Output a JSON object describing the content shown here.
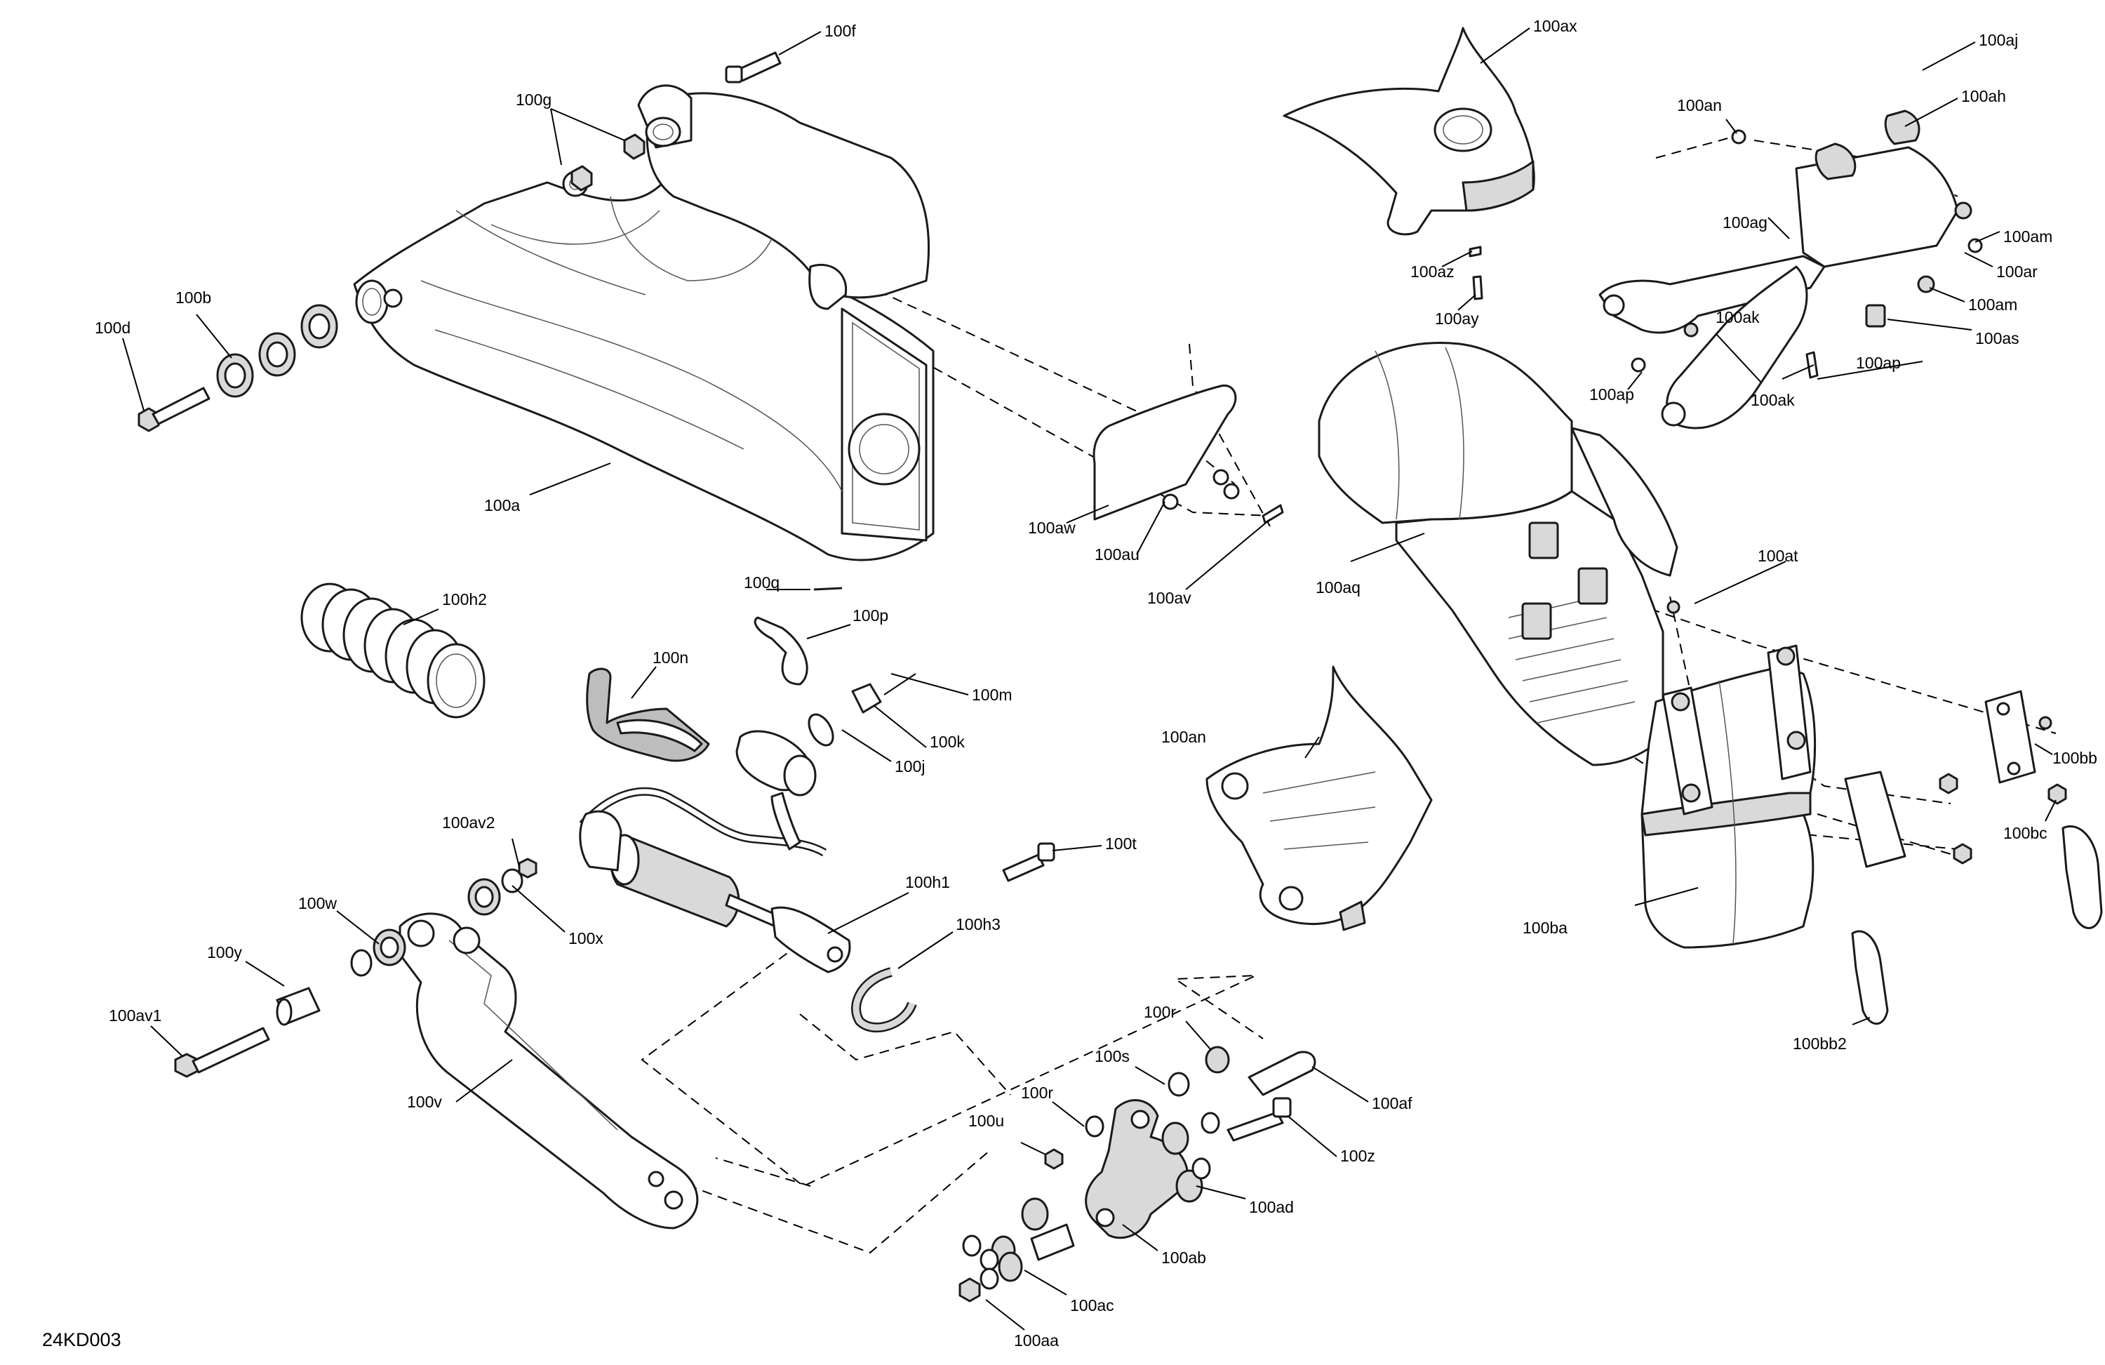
{
  "drawing_code": "24KD003",
  "labels": {
    "a": "100a",
    "b": "100b",
    "d": "100d",
    "f": "100f",
    "g": "100g",
    "h1": "100h1",
    "h2": "100h2",
    "h3": "100h3",
    "j": "100j",
    "k": "100k",
    "m": "100m",
    "n": "100n",
    "p": "100p",
    "q": "100q",
    "r1": "100r",
    "r2": "100r",
    "s": "100s",
    "t": "100t",
    "u": "100u",
    "v": "100v",
    "w": "100w",
    "x": "100x",
    "y": "100y",
    "z": "100z",
    "aa": "100aa",
    "ab": "100ab",
    "ac": "100ac",
    "ad": "100ad",
    "af": "100af",
    "ag": "100ag",
    "ah": "100ah",
    "aj": "100aj",
    "ak1": "100ak",
    "ak2": "100ak",
    "am1": "100am",
    "am2": "100am",
    "an1": "100an",
    "an2": "100an",
    "ap1": "100ap",
    "ap2": "100ap",
    "aq": "100aq",
    "ar": "100ar",
    "as": "100as",
    "at": "100at",
    "au": "100au",
    "av": "100av",
    "av1": "100av1",
    "av2": "100av2",
    "aw": "100aw",
    "ax": "100ax",
    "ay": "100ay",
    "az": "100az",
    "ba": "100ba",
    "bb": "100bb",
    "bb2": "100bb2",
    "bc": "100bc"
  }
}
